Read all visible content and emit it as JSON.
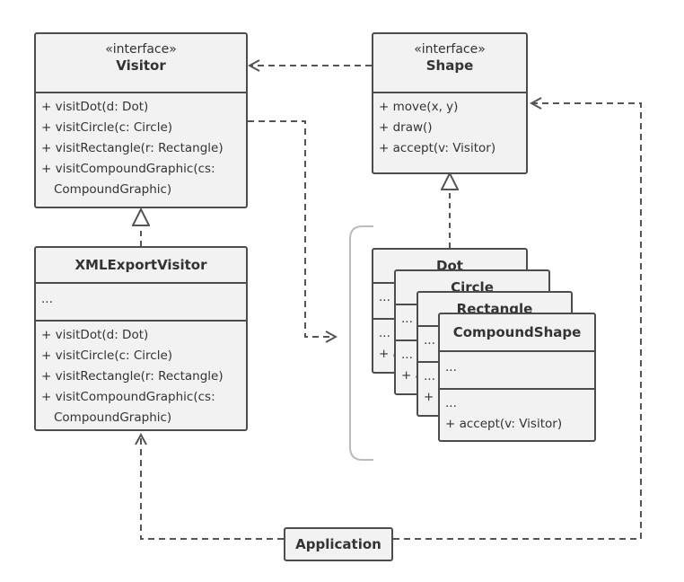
{
  "visitor": {
    "stereotype": "«interface»",
    "name": "Visitor",
    "methods": [
      "+ visitDot(d: Dot)",
      "+ visitCircle(c: Circle)",
      "+ visitRectangle(r: Rectangle)",
      "+ visitCompoundGraphic(cs:",
      "CompoundGraphic)"
    ]
  },
  "shape": {
    "stereotype": "«interface»",
    "name": "Shape",
    "methods": [
      "+ move(x, y)",
      "+ draw()",
      "+ accept(v: Visitor)"
    ]
  },
  "xml_export_visitor": {
    "name": "XMLExportVisitor",
    "fields": "...",
    "methods": [
      "+ visitDot(d: Dot)",
      "+ visitCircle(c: Circle)",
      "+ visitRectangle(r: Rectangle)",
      "+ visitCompoundGraphic(cs:",
      "CompoundGraphic)"
    ]
  },
  "shapes_stack": [
    {
      "name": "Dot",
      "fields": "...",
      "methods_line1": "...",
      "methods_line2": "+ a"
    },
    {
      "name": "Circle",
      "fields": "...",
      "methods_line1": "...",
      "methods_line2": "+ a"
    },
    {
      "name": "Rectangle",
      "fields": "...",
      "methods_line1": "...",
      "methods_line2": "+ a"
    },
    {
      "name": "CompoundShape",
      "fields": "...",
      "methods_line1": "...",
      "methods_line2": "+ accept(v: Visitor)"
    }
  ],
  "application": {
    "name": "Application"
  },
  "colors": {
    "box_fill": "#f2f2f2",
    "border": "#4d4d4d",
    "arrow": "#555555",
    "bracket": "#bbbbbb"
  }
}
